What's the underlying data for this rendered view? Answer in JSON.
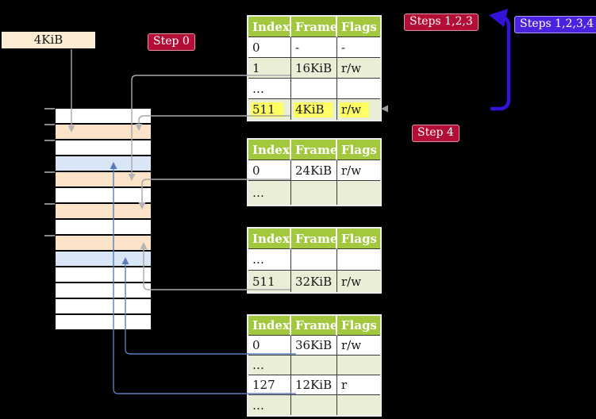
{
  "diagram": {
    "frame_size_label": "4KiB",
    "badges": {
      "step0": "Step 0",
      "steps123": "Steps 1,2,3",
      "steps1234": "Steps 1,2,3,4",
      "step4": "Step 4"
    }
  },
  "memory": {
    "frames": [
      {
        "type": "empty"
      },
      {
        "type": "page_table"
      },
      {
        "type": "empty"
      },
      {
        "type": "mapped"
      },
      {
        "type": "page_table"
      },
      {
        "type": "empty"
      },
      {
        "type": "page_table"
      },
      {
        "type": "empty"
      },
      {
        "type": "page_table"
      },
      {
        "type": "mapped"
      },
      {
        "type": "empty"
      },
      {
        "type": "empty"
      },
      {
        "type": "empty"
      },
      {
        "type": "empty"
      }
    ]
  },
  "tables": {
    "t1": {
      "headers": [
        "Index",
        "Frame",
        "Flags"
      ],
      "rows": [
        {
          "cells": [
            "0",
            "-",
            "-"
          ],
          "shade": "white",
          "highlight": false
        },
        {
          "cells": [
            "1",
            "16KiB",
            "r/w"
          ],
          "shade": "green",
          "highlight": false
        },
        {
          "cells": [
            "…",
            "",
            ""
          ],
          "shade": "white",
          "highlight": false
        },
        {
          "cells": [
            "511",
            "4KiB",
            "r/w"
          ],
          "shade": "green",
          "highlight": true
        }
      ]
    },
    "t2": {
      "headers": [
        "Index",
        "Frame",
        "Flags"
      ],
      "rows": [
        {
          "cells": [
            "0",
            "24KiB",
            "r/w"
          ],
          "shade": "white",
          "highlight": false
        },
        {
          "cells": [
            "…",
            "",
            ""
          ],
          "shade": "green",
          "highlight": false
        }
      ]
    },
    "t3": {
      "headers": [
        "Index",
        "Frame",
        "Flags"
      ],
      "rows": [
        {
          "cells": [
            "…",
            "",
            ""
          ],
          "shade": "white",
          "highlight": false
        },
        {
          "cells": [
            "511",
            "32KiB",
            "r/w"
          ],
          "shade": "green",
          "highlight": false
        }
      ]
    },
    "t4": {
      "headers": [
        "Index",
        "Frame",
        "Flags"
      ],
      "rows": [
        {
          "cells": [
            "0",
            "36KiB",
            "r/w"
          ],
          "shade": "white",
          "highlight": false
        },
        {
          "cells": [
            "…",
            "",
            ""
          ],
          "shade": "green",
          "highlight": false
        },
        {
          "cells": [
            "127",
            "12KiB",
            "r"
          ],
          "shade": "white",
          "highlight": false
        },
        {
          "cells": [
            "…",
            "",
            ""
          ],
          "shade": "green",
          "highlight": false
        }
      ]
    }
  },
  "colors": {
    "background": "#000000",
    "table_header_green": "#a2c93d",
    "table_row_green": "#e9efd6",
    "highlight_yellow": "#ffff63",
    "frame_label_cream": "#fbecd3",
    "badge_red": "#b30e35",
    "badge_blue": "#4c22e1",
    "memory_page_table_peach": "#fbe3c8",
    "memory_mapped_blue": "#d9e6f6",
    "connector_gray": "#a8a8a8",
    "connector_blue": "#5b7cb8",
    "recursive_arrow_blue": "#3412d8"
  }
}
